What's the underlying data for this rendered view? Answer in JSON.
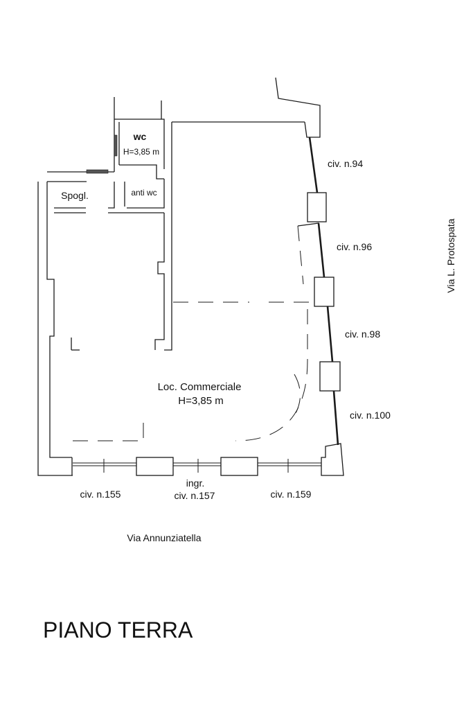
{
  "rooms": {
    "wc": "wc",
    "wc_height": "H=3,85 m",
    "spogliatoio": "Spogl.",
    "anti_wc": "anti wc",
    "locale": "Loc. Commerciale",
    "locale_height": "H=3,85 m"
  },
  "civics_right": [
    "civ. n.94",
    "civ. n.96",
    "civ. n.98",
    "civ. n.100"
  ],
  "civics_bottom": [
    "civ. n.155",
    "civ. n.157",
    "civ. n.159"
  ],
  "entrance": "ingr.",
  "streets": {
    "right": "Via L. Protospata",
    "bottom": "Via Annunziatella"
  },
  "floor_title": "PIANO TERRA",
  "colors": {
    "line": "#1a1a1a",
    "background": "#ffffff"
  }
}
